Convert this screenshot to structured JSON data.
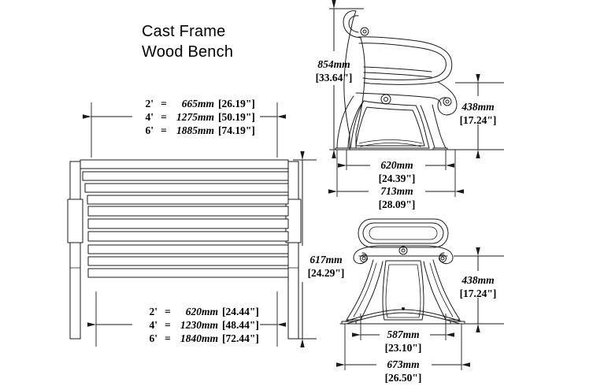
{
  "drawing": {
    "title_line1": "Cast Frame",
    "title_line2": "Wood Bench",
    "ink_color": "#1a1a1a",
    "paper_color": "#ffffff"
  },
  "views": {
    "front_elevation": {
      "name": "bench-front-elevation",
      "description": "wood bench front elevation with horizontal slats"
    },
    "side_profile": {
      "name": "cast-frame-side-profile",
      "description": "cast iron frame side profile with arm rest"
    },
    "end_elevation": {
      "name": "cast-frame-end-elevation",
      "description": "cast iron frame front end elevation"
    }
  },
  "dimensions": {
    "width_top": {
      "label": "bench-overall-width-options",
      "rows": [
        {
          "feet": "2'",
          "eq": "=",
          "mm": "665mm",
          "inch": "[26.19\"]"
        },
        {
          "feet": "4'",
          "eq": "=",
          "mm": "1275mm",
          "inch": "[50.19\"]"
        },
        {
          "feet": "6'",
          "eq": "=",
          "mm": "1885mm",
          "inch": "[74.19\"]"
        }
      ]
    },
    "width_bottom": {
      "label": "bench-seat-width-options",
      "rows": [
        {
          "feet": "2'",
          "eq": "=",
          "mm": "620mm",
          "inch": "[24.44\"]"
        },
        {
          "feet": "4'",
          "eq": "=",
          "mm": "1230mm",
          "inch": "[48.44\"]"
        },
        {
          "feet": "6'",
          "eq": "=",
          "mm": "1840mm",
          "inch": "[72.44\"]"
        }
      ]
    },
    "overall_height": {
      "mm": "854mm",
      "inch": "[33.64\"]"
    },
    "seat_height_side": {
      "mm": "438mm",
      "inch": "[17.24\"]"
    },
    "seat_depth": {
      "mm": "620mm",
      "inch": "[24.39\"]"
    },
    "frame_depth": {
      "mm": "713mm",
      "inch": "[28.09\"]"
    },
    "bench_height": {
      "mm": "617mm",
      "inch": "[24.29\"]"
    },
    "seat_height_end": {
      "mm": "438mm",
      "inch": "[17.24\"]"
    },
    "frame_inner_width": {
      "mm": "587mm",
      "inch": "[23.10\"]"
    },
    "frame_outer_width": {
      "mm": "673mm",
      "inch": "[26.50\"]"
    }
  }
}
